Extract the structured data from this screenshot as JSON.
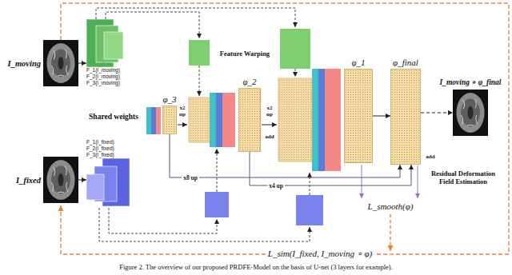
{
  "diagram": {
    "caption": "Figure 2. The overview of our proposed PRDFE-Model on the basis of U-net (3 layers for example).",
    "nodes": [
      {
        "text": [
          "I_moving"
        ]
      },
      {
        "text": [
          "I_fixed"
        ]
      },
      {
        "text": [
          "F_1(I_moving)",
          "F_2(I_moving)",
          "F_3(I_moving)"
        ]
      },
      {
        "text": [
          "F_1(I_fixed)",
          "F_2(I_fixed)",
          "F_3(I_fixed)"
        ]
      },
      {
        "text": [
          "φ_3"
        ]
      },
      {
        "text": [
          "φ_2"
        ]
      },
      {
        "text": [
          "φ_1"
        ]
      },
      {
        "text": [
          "φ_final"
        ]
      },
      {
        "text": [
          "I_moving ∘ φ_final"
        ]
      }
    ],
    "edges": [
      {
        "from": 0,
        "to": 2,
        "arrow": "to"
      },
      {
        "from": 1,
        "to": 3,
        "arrow": "to"
      },
      {
        "from": 4,
        "to": 7,
        "label": "x8 up",
        "arrow": "to"
      },
      {
        "from": 5,
        "to": 7,
        "label": "x4 up",
        "arrow": "to"
      },
      {
        "from": 6,
        "to": 7,
        "arrow": "to"
      },
      {
        "from": 7,
        "to": 8,
        "arrow": "to"
      }
    ],
    "labels": [
      "Shared weights",
      "Feature Warping",
      "Residual Deformation Field Estimation",
      "x2 up",
      "x2 up",
      "add",
      "add",
      "L_smooth(φ)",
      "L_sim(I_fixed, I_moving ∘ φ)"
    ]
  }
}
